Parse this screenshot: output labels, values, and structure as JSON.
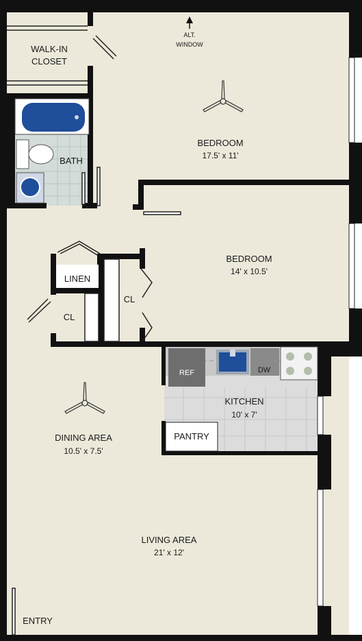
{
  "colors": {
    "floor": "#ece9da",
    "wall": "#111111",
    "tile": "#d3dcd8",
    "kitchen_floor": "#dcdcdc",
    "appliance": "#6e6e6e",
    "tub": "#1f4e9a",
    "window": "#ffffff"
  },
  "rooms": {
    "walk_in_closet": {
      "line1": "WALK-IN",
      "line2": "CLOSET"
    },
    "alt_window": {
      "line1": "ALT.",
      "line2": "WINDOW"
    },
    "bedroom_1": {
      "name": "BEDROOM",
      "dims": "17.5' x 11'"
    },
    "bath": {
      "name": "BATH"
    },
    "bedroom_2": {
      "name": "BEDROOM",
      "dims": "14' x 10.5'"
    },
    "linen": {
      "name": "LINEN"
    },
    "closet_left": {
      "name": "CL"
    },
    "closet_right": {
      "name": "CL"
    },
    "kitchen": {
      "name": "KITCHEN",
      "dims": "10' x 7'"
    },
    "refrigerator": {
      "name": "REF"
    },
    "dishwasher": {
      "name": "DW"
    },
    "pantry": {
      "name": "PANTRY"
    },
    "dining_area": {
      "name": "DINING AREA",
      "dims": "10.5' x 7.5'"
    },
    "living_area": {
      "name": "LIVING AREA",
      "dims": "21' x 12'"
    },
    "entry": {
      "name": "ENTRY"
    }
  },
  "icons": [
    "ceiling-fan-icon",
    "bathtub-icon",
    "toilet-icon",
    "sink-icon",
    "stove-icon",
    "arrow-up-icon"
  ]
}
